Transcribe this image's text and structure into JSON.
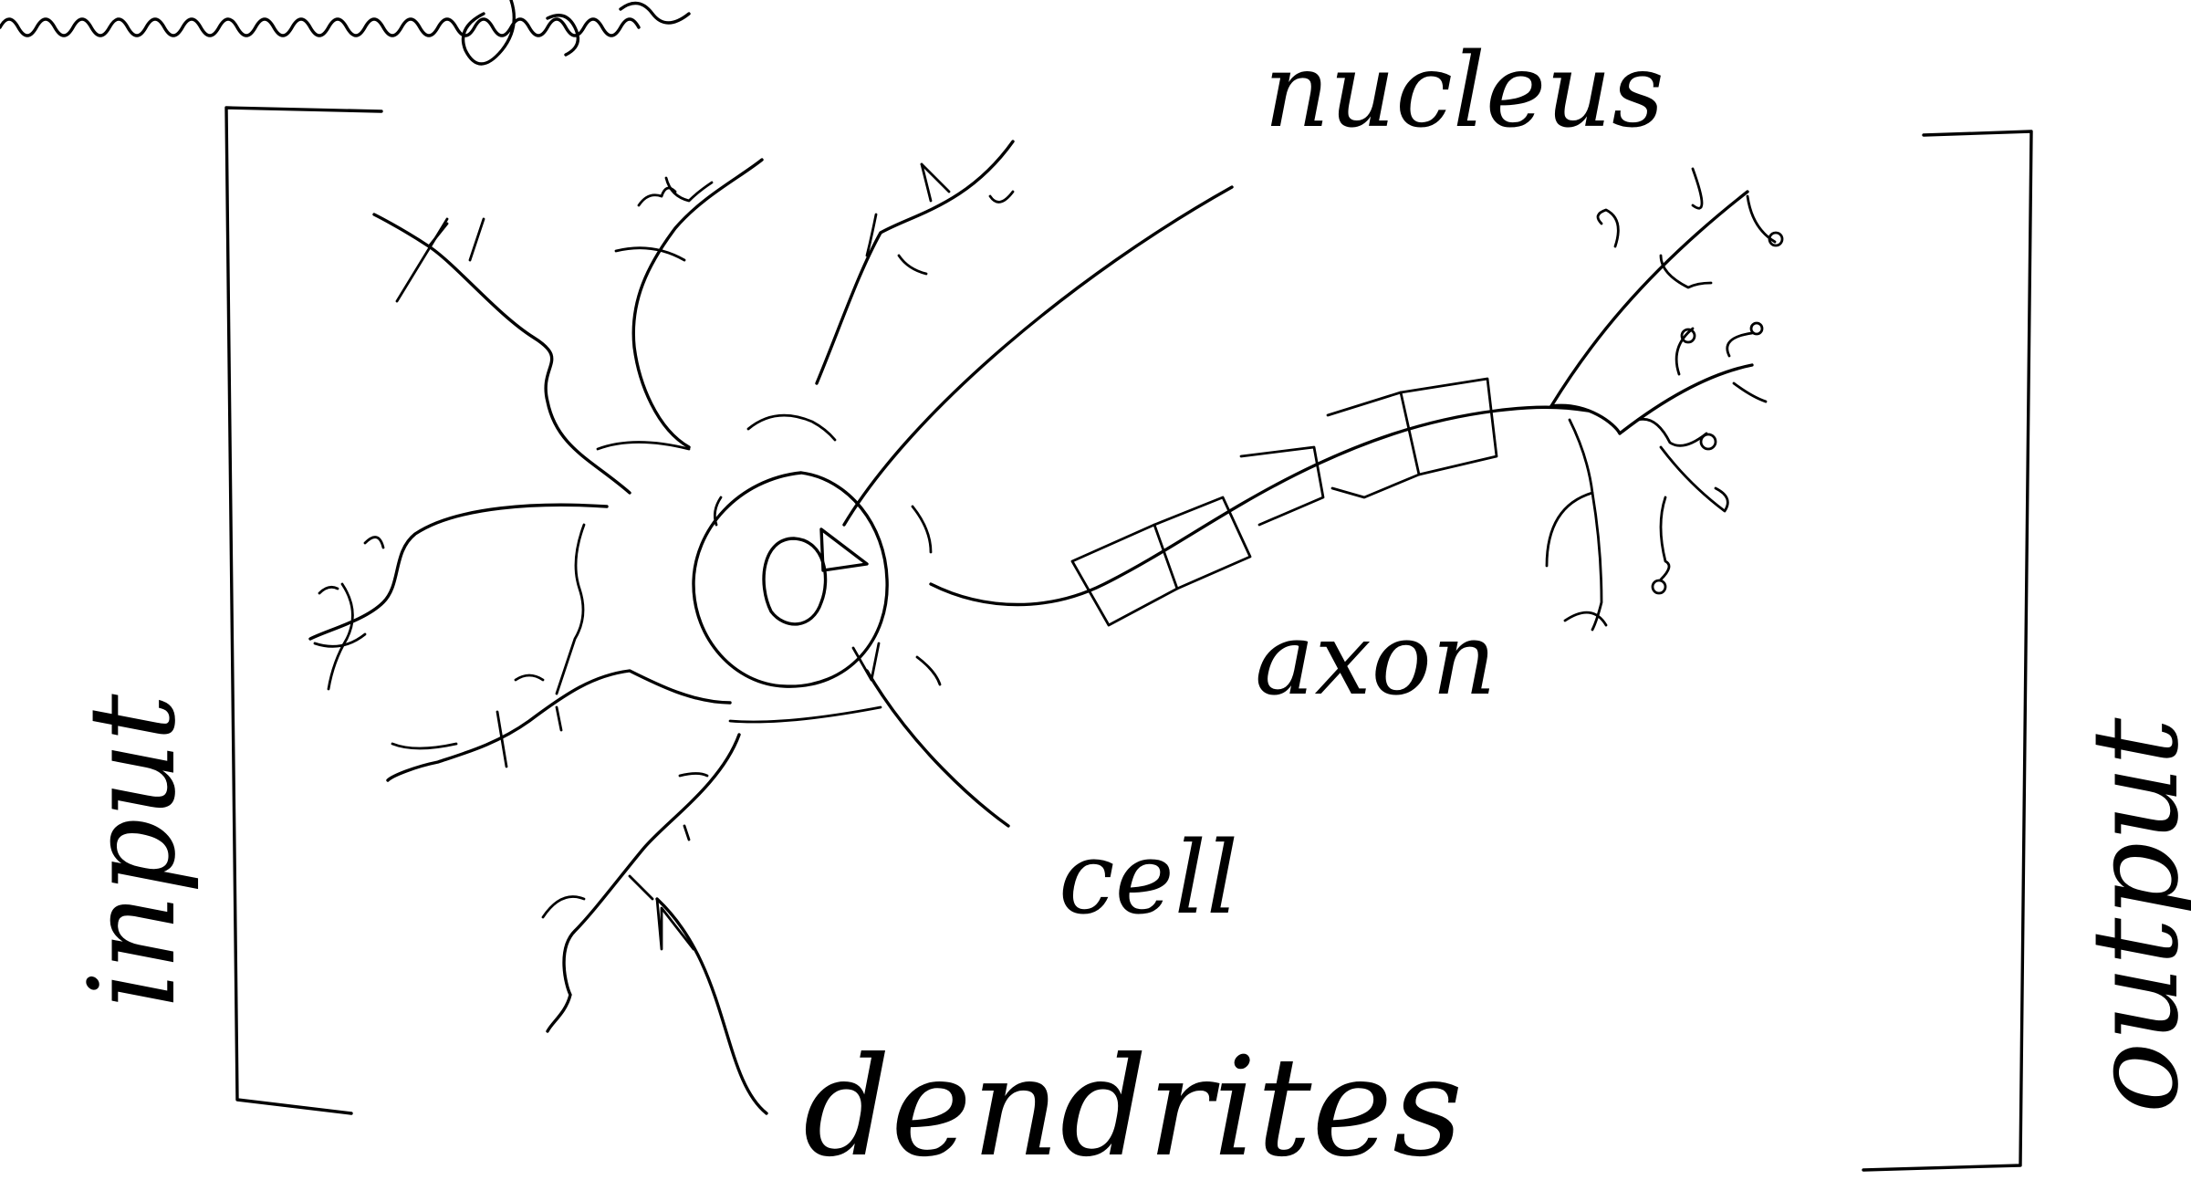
{
  "labels": {
    "nucleus": "nucleus",
    "axon": "axon",
    "cell": "cell",
    "dendrites": "dendrites",
    "input": "input",
    "output": "output"
  },
  "colors": {
    "ink": "#000000",
    "background": "#ffffff"
  }
}
